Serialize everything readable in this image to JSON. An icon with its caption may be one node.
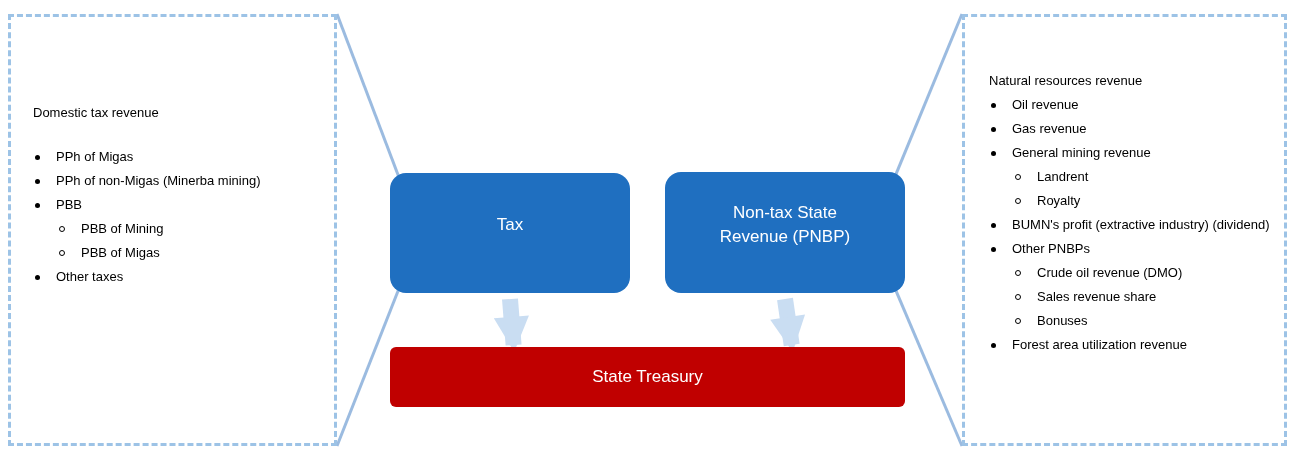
{
  "diagram": {
    "nodes": [
      {
        "text": [
          "Domestic tax revenue",
          "PPh of Migas",
          "PPh of non-Migas (Minerba mining)",
          "PBB",
          "PBB of Mining",
          "PBB of Migas",
          "Other taxes"
        ]
      },
      {
        "text": [
          "Tax"
        ]
      },
      {
        "text": [
          "Non-tax State Revenue (PNBP)"
        ]
      },
      {
        "text": [
          "State Treasury"
        ]
      },
      {
        "text": [
          "Natural resources revenue",
          "Oil revenue",
          "Gas revenue",
          "General mining revenue",
          "Landrent",
          "Royalty",
          "BUMN's profit (extractive industry) (dividend)",
          "Other PNBPs",
          "Crude oil revenue (DMO)",
          "Sales revenue share",
          "Bonuses",
          "Forest area utilization revenue"
        ]
      }
    ],
    "edges": [
      {
        "from": 1,
        "to": 0,
        "arrow": "none"
      },
      {
        "from": 1,
        "to": 0,
        "arrow": "none"
      },
      {
        "from": 2,
        "to": 4,
        "arrow": "none"
      },
      {
        "from": 2,
        "to": 4,
        "arrow": "none"
      },
      {
        "from": 1,
        "to": 3,
        "arrow": "to",
        "style": "thick",
        "color": "#c9ddf2"
      },
      {
        "from": 2,
        "to": 3,
        "arrow": "to",
        "style": "thick",
        "color": "#c9ddf2"
      }
    ]
  }
}
